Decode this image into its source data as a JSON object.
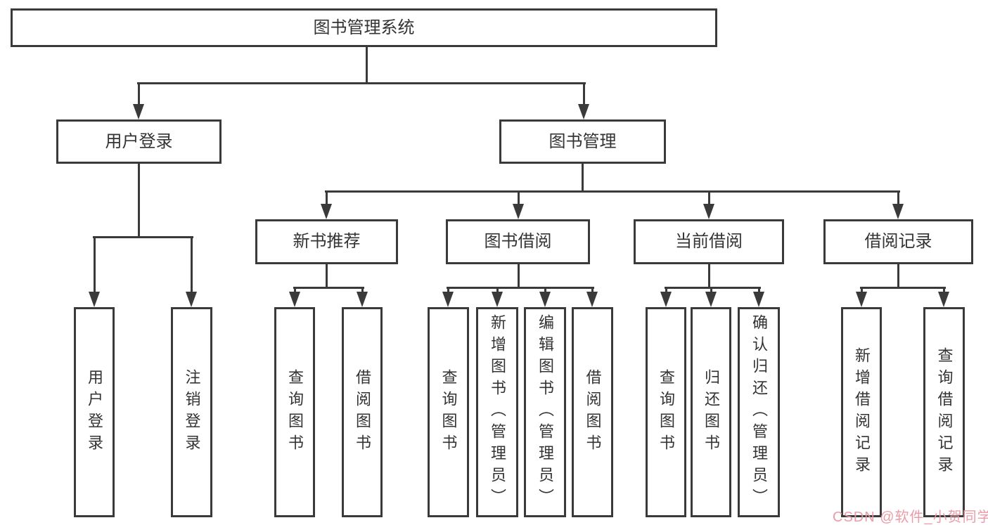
{
  "colors": {
    "line": "#3a3a3a",
    "box_border": "#3a3a3a",
    "background": "#ffffff",
    "text": "#333333",
    "watermark": "#ea97a2"
  },
  "tree": {
    "root": "图书管理系统",
    "children": [
      {
        "label": "用户登录",
        "children": [
          "用户登录",
          "注销登录"
        ]
      },
      {
        "label": "图书管理",
        "children": [
          {
            "label": "新书推荐",
            "children": [
              "查询图书",
              "借阅图书"
            ]
          },
          {
            "label": "图书借阅",
            "children": [
              "查询图书",
              "新增图书（管理员）",
              "编辑图书（管理员）",
              "借阅图书"
            ]
          },
          {
            "label": "当前借阅",
            "children": [
              "查询图书",
              "归还图书",
              "确认归还（管理员）"
            ]
          },
          {
            "label": "借阅记录",
            "children": [
              "新增借阅记录",
              "查询借阅记录"
            ]
          }
        ]
      }
    ]
  },
  "watermark": {
    "text": "CSDN @软件_小贺同学"
  }
}
